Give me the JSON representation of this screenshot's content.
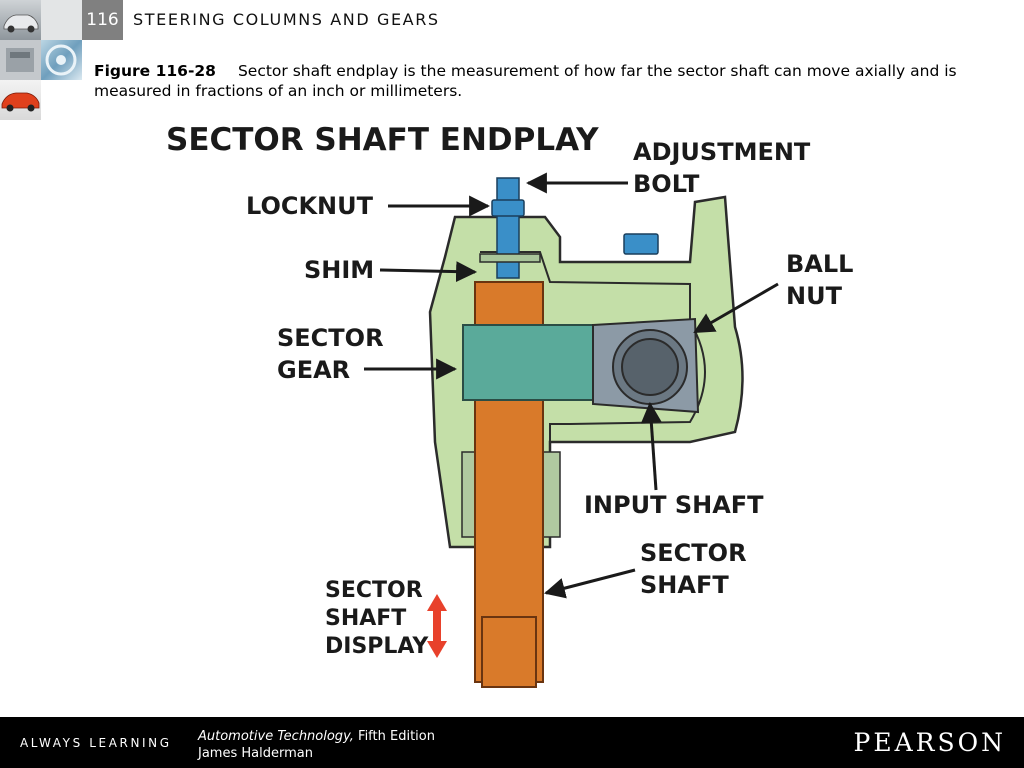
{
  "header": {
    "chapter_number": "116",
    "chapter_title": "STEERING COLUMNS AND GEARS"
  },
  "caption": {
    "figure_number": "Figure 116-28",
    "text": "Sector shaft endplay is the measurement of how far the sector shaft can move axially and is measured in fractions of an inch or millimeters."
  },
  "figure": {
    "title": "SECTOR SHAFT ENDPLAY",
    "labels": {
      "adjustment_bolt_1": "ADJUSTMENT",
      "adjustment_bolt_2": "BOLT",
      "locknut": "LOCKNUT",
      "shim": "SHIM",
      "ball_nut_1": "BALL",
      "ball_nut_2": "NUT",
      "sector_gear_1": "SECTOR",
      "sector_gear_2": "GEAR",
      "input_shaft": "INPUT SHAFT",
      "sector_shaft_1": "SECTOR",
      "sector_shaft_2": "SHAFT",
      "display_1": "SECTOR",
      "display_2": "SHAFT",
      "display_3": "DISPLAY"
    },
    "colors": {
      "housing": "#c4dfa8",
      "housing_outline": "#2b2b2b",
      "shaft": "#d97a2a",
      "sector_gear": "#5aaa9a",
      "ball_nut": "#8c9aa6",
      "bolt": "#3a8fc8",
      "arrow_red": "#e8412b"
    }
  },
  "footer": {
    "tagline": "ALWAYS LEARNING",
    "book_title": "Automotive Technology,",
    "edition": "Fifth Edition",
    "author": "James Halderman",
    "publisher": "PEARSON"
  }
}
